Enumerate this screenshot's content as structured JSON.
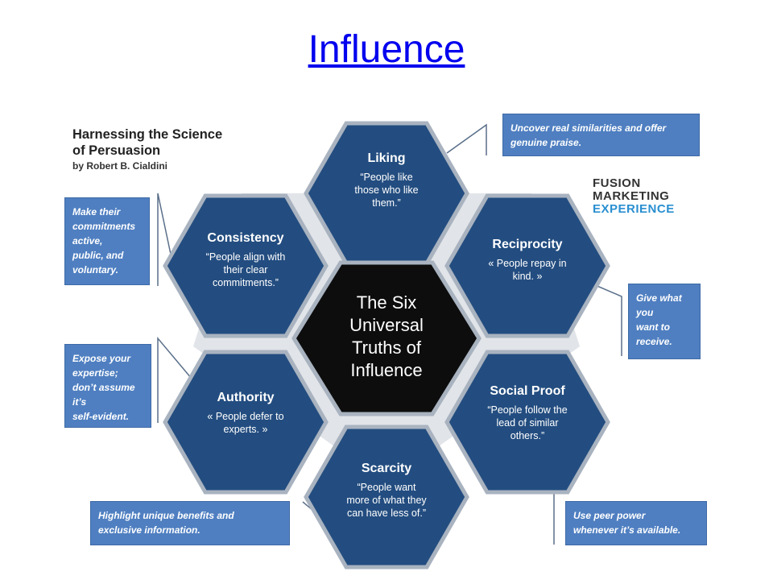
{
  "slide": {
    "title": "Influence"
  },
  "header": {
    "title_line1": "Harnessing the Science",
    "title_line2": "of Persuasion",
    "byline": "by Robert B. Cialdini"
  },
  "logo": {
    "line1": "FUSION",
    "line2": "MARKETING",
    "line3": "EXPERIENCE"
  },
  "center": {
    "line1": "The Six",
    "line2": "Universal",
    "line3": "Truths of",
    "line4": "Influence"
  },
  "principles": {
    "liking": {
      "name": "Liking",
      "q1": "“People like",
      "q2": "those who like",
      "q3": "them.”"
    },
    "reciprocity": {
      "name": "Reciprocity",
      "q1": "« People repay in",
      "q2": "kind. »"
    },
    "social_proof": {
      "name": "Social Proof",
      "q1": "“People follow the",
      "q2": "lead of similar",
      "q3": "others.”"
    },
    "scarcity": {
      "name": "Scarcity",
      "q1": "“People want",
      "q2": "more of what they",
      "q3": "can have less of.”"
    },
    "authority": {
      "name": "Authority",
      "q1": "« People defer to",
      "q2": "experts. »"
    },
    "consistency": {
      "name": "Consistency",
      "q1": "“People align with",
      "q2": "their clear",
      "q3": "commitments.”"
    }
  },
  "tips": {
    "liking": {
      "l1": "Uncover real similarities and offer",
      "l2": "genuine praise."
    },
    "reciprocity": {
      "l1": "Give what",
      "l2": "you",
      "l3": "want to",
      "l4": "receive."
    },
    "social_proof": {
      "l1": "Use peer power",
      "l2": "whenever it’s available."
    },
    "scarcity": {
      "l1": "Highlight unique benefits and",
      "l2": "exclusive information."
    },
    "authority": {
      "l1": "Expose your",
      "l2": "expertise;",
      "l3": "don’t assume",
      "l4": "it’s",
      "l5": "self-evident."
    },
    "consistency": {
      "l1": "Make their",
      "l2": "commitments",
      "l3": "active,",
      "l4": "public, and",
      "l5": "voluntary."
    }
  },
  "colors": {
    "hex_fill": "#234d80",
    "hex_border": "#a9b3c0",
    "center_fill": "#0d0d0d",
    "tip_fill": "#4f7fc1",
    "title_link": "#0000ee",
    "logo_accent": "#2a8fd0"
  }
}
